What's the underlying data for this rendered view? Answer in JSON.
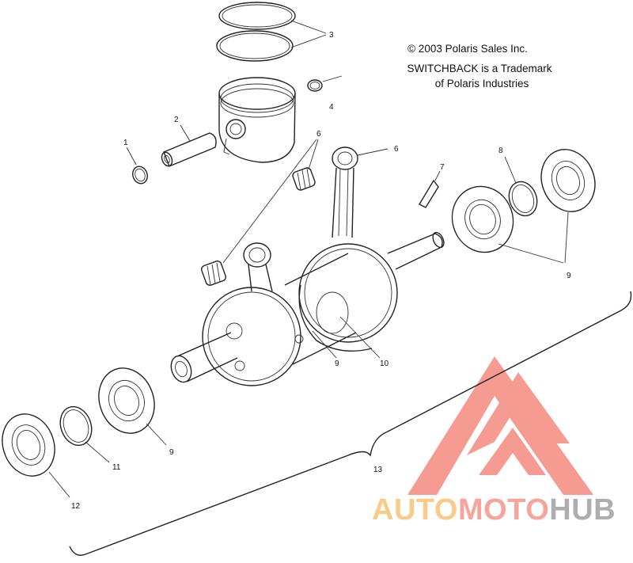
{
  "copyright": {
    "line1": "© 2003 Polaris Sales Inc.",
    "line2": "SWITCHBACK is a Trademark",
    "line3": "of Polaris Industries"
  },
  "callouts": [
    "1",
    "2",
    "3",
    "4",
    "6",
    "6",
    "7",
    "8",
    "9",
    "9",
    "9",
    "10",
    "11",
    "12",
    "13"
  ],
  "watermark": {
    "part1": "AUTO",
    "part2": "MOTO",
    "part3": "HUB",
    "colors": {
      "auto": "#f4a93b",
      "moto": "#f26a5a",
      "hub": "#7a7a7a",
      "triangle": "#f04a3a"
    }
  }
}
